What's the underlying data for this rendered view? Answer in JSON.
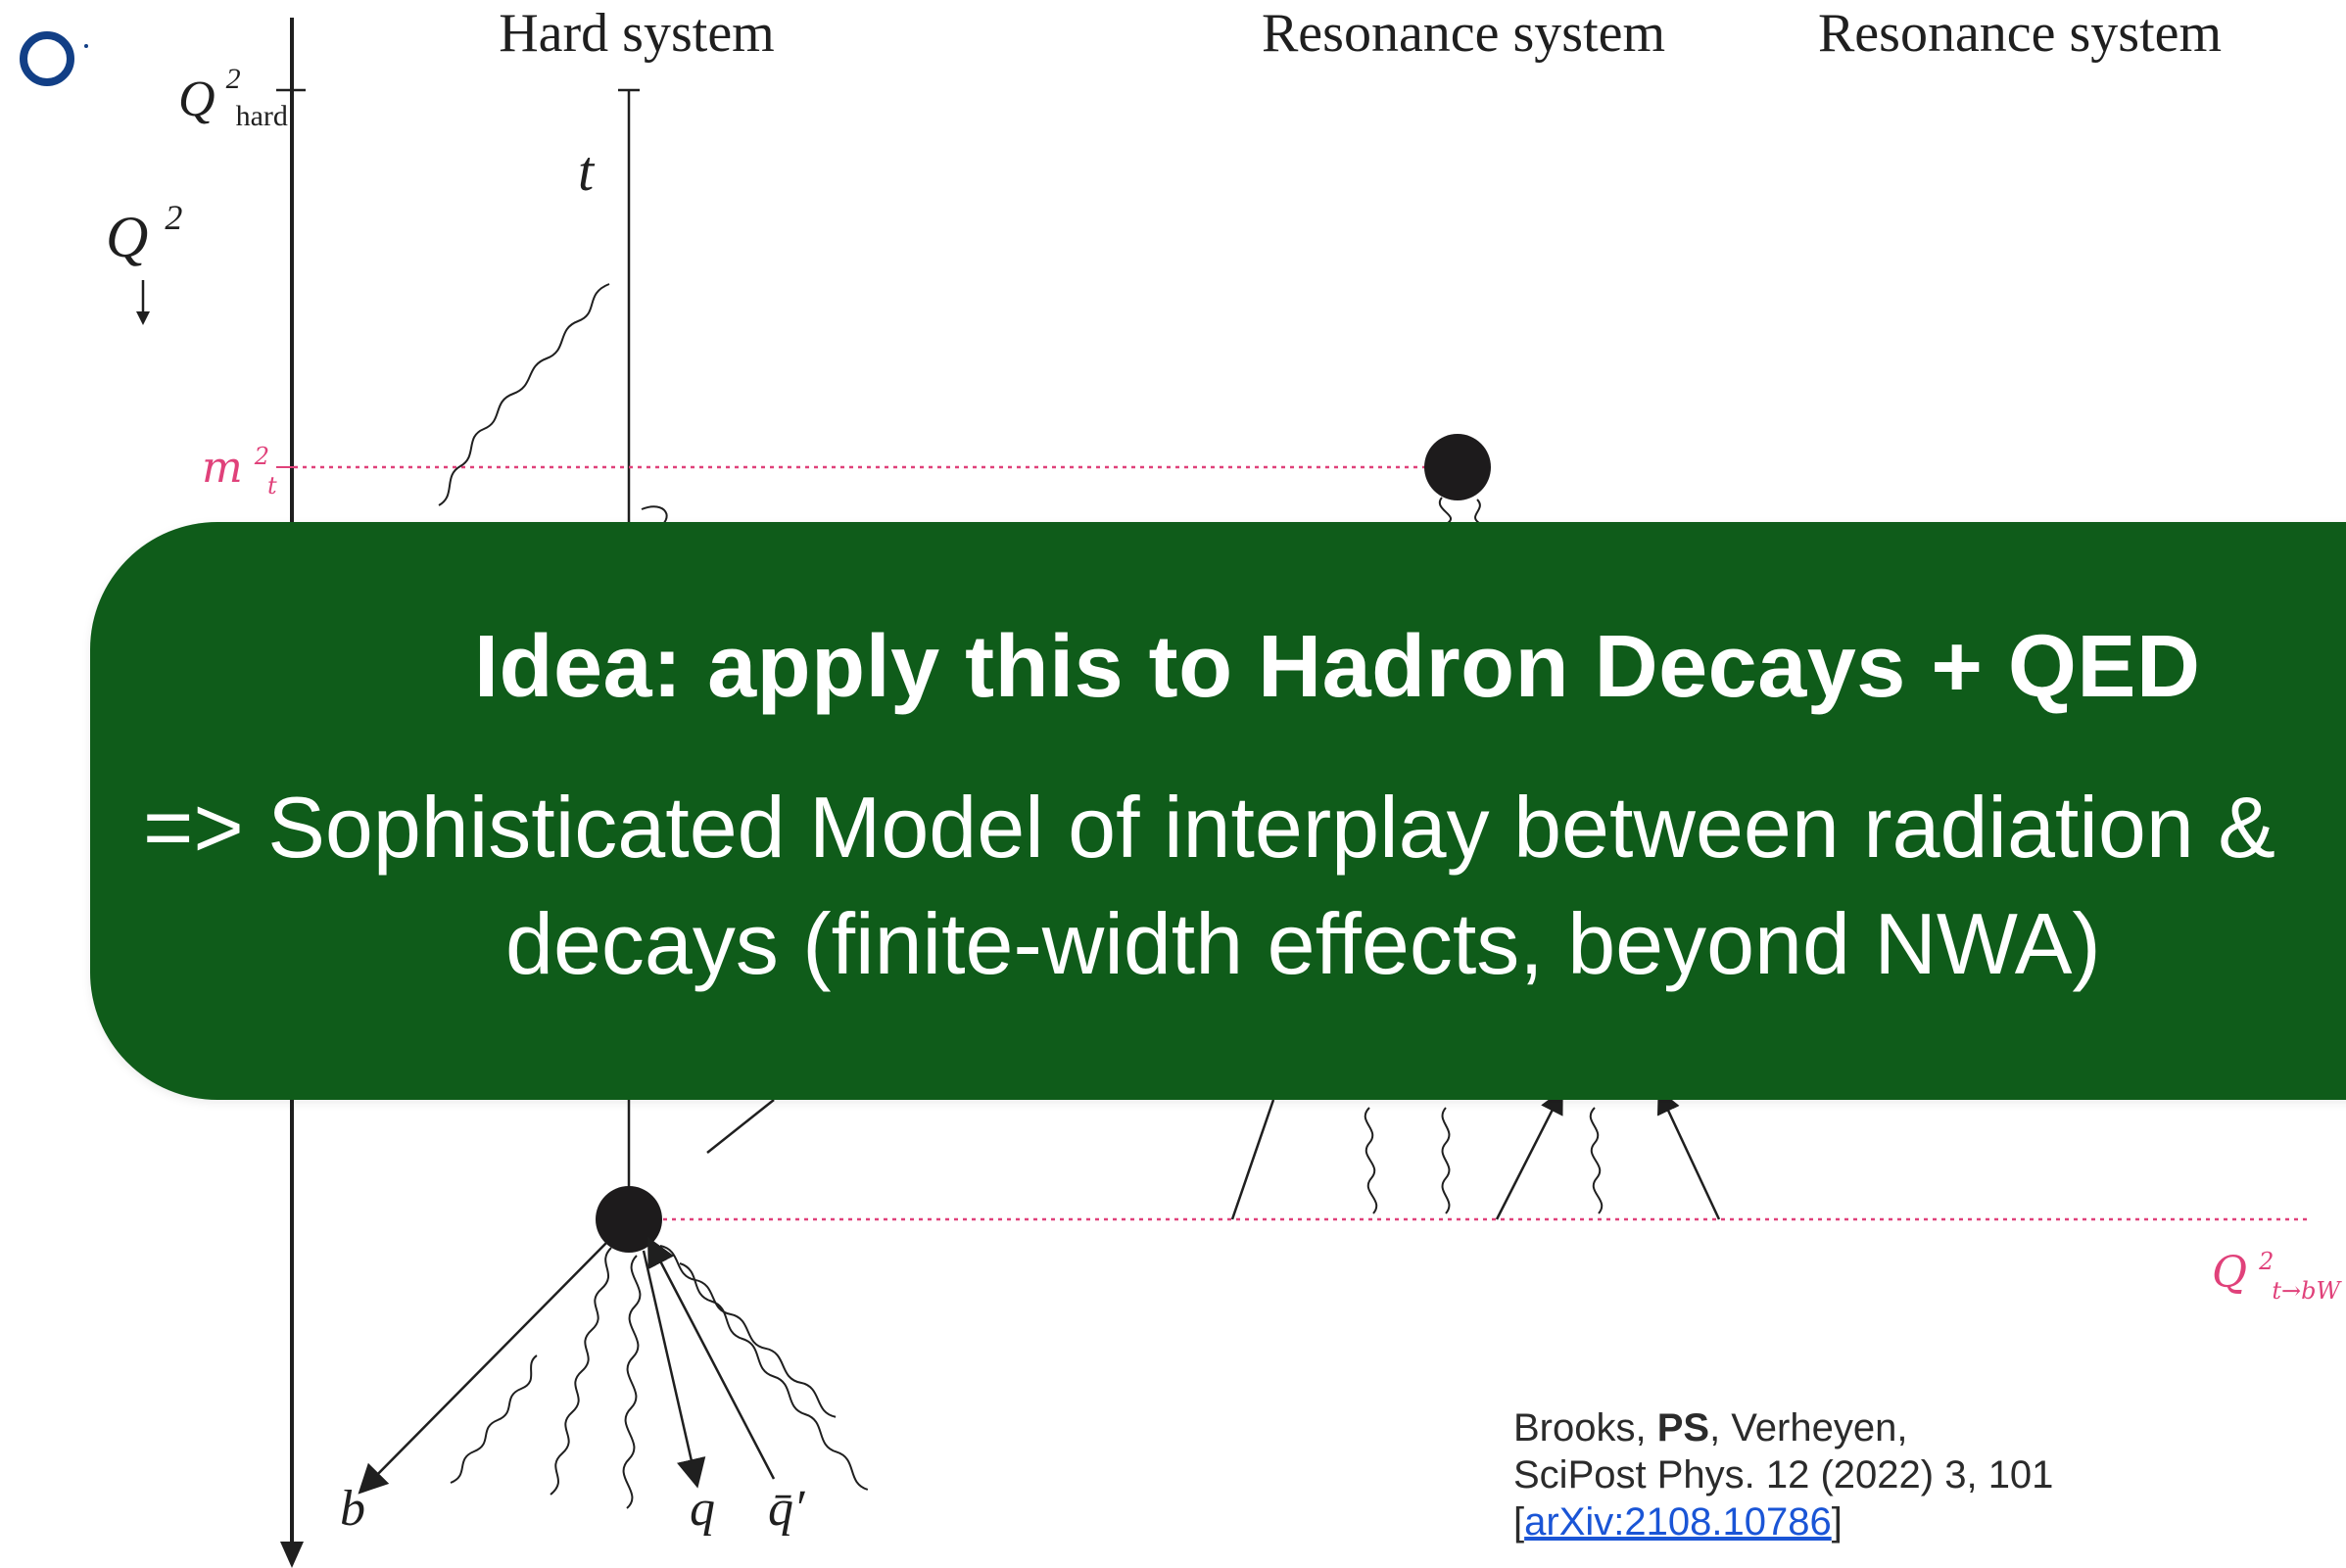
{
  "headers": {
    "hard": "Hard system",
    "resonance_1": "Resonance system",
    "resonance_2": "Resonance system"
  },
  "axis": {
    "q2_label": "Q",
    "q2_superscript": "2",
    "q2_hard_label": "Q",
    "q2_hard_superscript": "2",
    "q2_hard_subscript": "hard"
  },
  "particles": {
    "top": "t",
    "bottom": "b",
    "quark": "q",
    "antiquark_prime": "q̄′"
  },
  "mass_scale": {
    "label": "m",
    "superscript": "2",
    "subscript": "t"
  },
  "decay_scale": {
    "label": "Q",
    "superscript": "2",
    "subscript": "t→bW"
  },
  "banner": {
    "title": "Idea: apply this to Hadron Decays + QED",
    "line1": "=> Sophisticated Model of interplay between radiation &",
    "line2": "decays (finite-width effects, beyond NWA)"
  },
  "citation": {
    "authors_prefix": "Brooks, ",
    "authors_bold": "PS",
    "authors_suffix": ", Verheyen,",
    "journal": "SciPost Phys. 12 (2022) 3, 101",
    "link_open": "[",
    "link_text": "arXiv:2108.10786",
    "link_close": "]"
  },
  "colors": {
    "banner_green": "#0f5c1a",
    "accent_pink": "#e0417a",
    "logo_blue": "#123f86"
  },
  "logo": {
    "icon": "ring-logo-icon"
  }
}
